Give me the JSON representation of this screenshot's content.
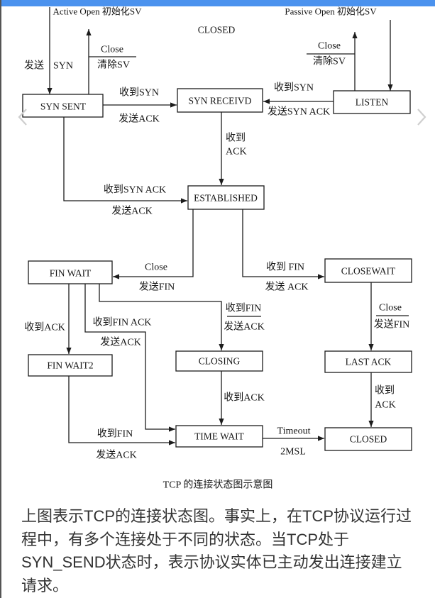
{
  "theme": {
    "header_color": "#4b92ee",
    "chevron_color": "#cfcfcf"
  },
  "carousel": {
    "prev_icon": "chevron-left-icon",
    "next_icon": "chevron-right-icon"
  },
  "diagram": {
    "top_left": "Active Open 初始化SV",
    "top_right": "Passive Open 初始化SV",
    "top_closed": "CLOSED",
    "states": {
      "syn_sent": "SYN SENT",
      "syn_receivd": "SYN RECEIVD",
      "listen": "LISTEN",
      "established": "ESTABLISHED",
      "fin_wait": "FIN WAIT",
      "closewait": "CLOSEWAIT",
      "fin_wait2": "FIN WAIT2",
      "closing": "CLOSING",
      "time_wait": "TIME WAIT",
      "last_ack": "LAST ACK",
      "closed": "CLOSED"
    },
    "transitions": {
      "active_open": {
        "left": "发送",
        "right": "SYN"
      },
      "close_from_syn_sent": {
        "event": "Close",
        "action": "清除SV"
      },
      "close_from_listen": {
        "event": "Close",
        "action": "清除SV"
      },
      "syn_sent_to_syn_receivd": {
        "event": "收到SYN",
        "action": "发送ACK"
      },
      "listen_to_syn_receivd": {
        "event": "收到SYN",
        "action": "发送SYN ACK"
      },
      "syn_receivd_to_established": {
        "line1": "收到",
        "line2": "ACK"
      },
      "syn_sent_to_established": {
        "event": "收到SYN ACK",
        "action": "发送ACK"
      },
      "established_to_fin_wait": {
        "event": "Close",
        "action": "发送FIN"
      },
      "established_to_closewait": {
        "event": "收到 FIN",
        "action": "发送 ACK"
      },
      "fin_wait_to_fin_wait2": {
        "event": "收到ACK"
      },
      "fin_wait_to_closing": {
        "event": "收到FIN",
        "action": "发送ACK"
      },
      "fin_wait_to_time_wait": {
        "event": "收到FIN ACK",
        "action": "发送ACK"
      },
      "closing_to_time_wait": {
        "event": "收到ACK"
      },
      "fin_wait2_to_time_wait": {
        "event": "收到FIN",
        "action": "发送ACK"
      },
      "time_wait_to_closed": {
        "event": "Timeout",
        "action": "2MSL"
      },
      "closewait_to_last_ack": {
        "event": "Close",
        "action": "发送FIN"
      },
      "last_ack_to_closed": {
        "line1": "收到",
        "line2": "ACK"
      }
    },
    "caption": "TCP 的连接状态图示意图"
  },
  "article": {
    "lines": [
      "上图表示TCP的连接状态图。事实上，在TCP协议运行过",
      "程中，有多个连接处于不同的状态。当TCP处于",
      "SYN_SEND状态时，表示协议实体已主动发出连接建立",
      "请求。"
    ]
  }
}
